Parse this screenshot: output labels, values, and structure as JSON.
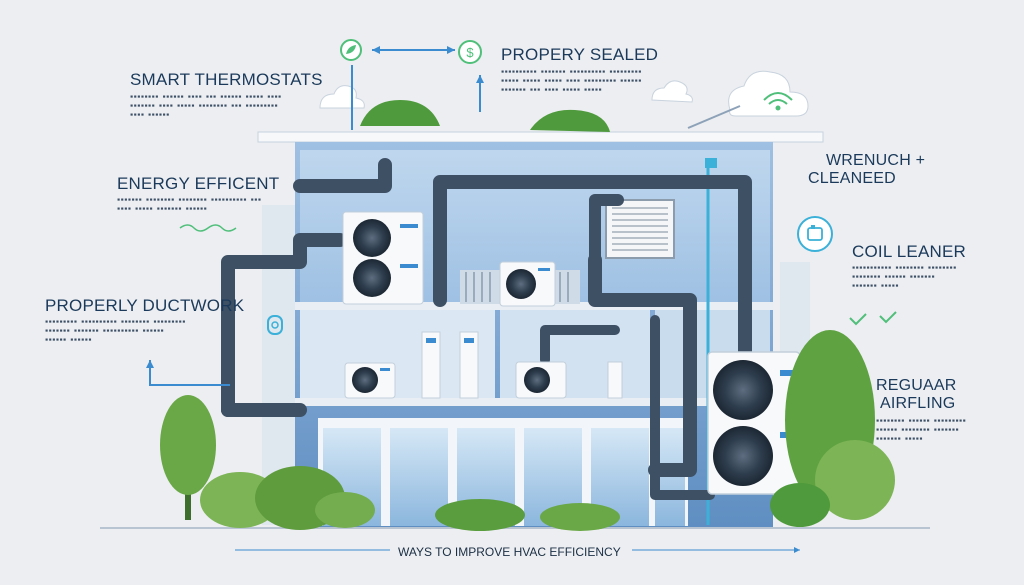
{
  "labels": {
    "smart_thermostats": "SMART THERMOSTATS",
    "propery_sealed": "PROPERY SEALED",
    "energy_efficent": "ENERGY EFFICENT",
    "wrench_cleaned_line1": "WRENUCH +",
    "wrench_cleaned_line2": "CLEANEED",
    "coil_leaner": "COIL LEANER",
    "properly_ductwork": "PROPERLY DUCTWORK",
    "regular_line1": "REGUAAR",
    "regular_line2": "AIRFLING"
  },
  "footer": {
    "title": "WAYS TO IMPROVE HVAC EFFICIENCY"
  },
  "colors": {
    "background": "#eceef1",
    "label_text": "#1b3a5b",
    "duct": "#3e5064",
    "building_blue": "#7aa3cf",
    "accent_cyan": "#3bb0d8",
    "foliage_green": "#5a9d3e"
  },
  "icons": {
    "thermostat": "leaf-arrow-icon",
    "sealed": "dollar-icon",
    "coil": "thermostat-device-icon",
    "wifi": "wifi-icon",
    "lock": "lock-icon",
    "check": "check-icon"
  }
}
